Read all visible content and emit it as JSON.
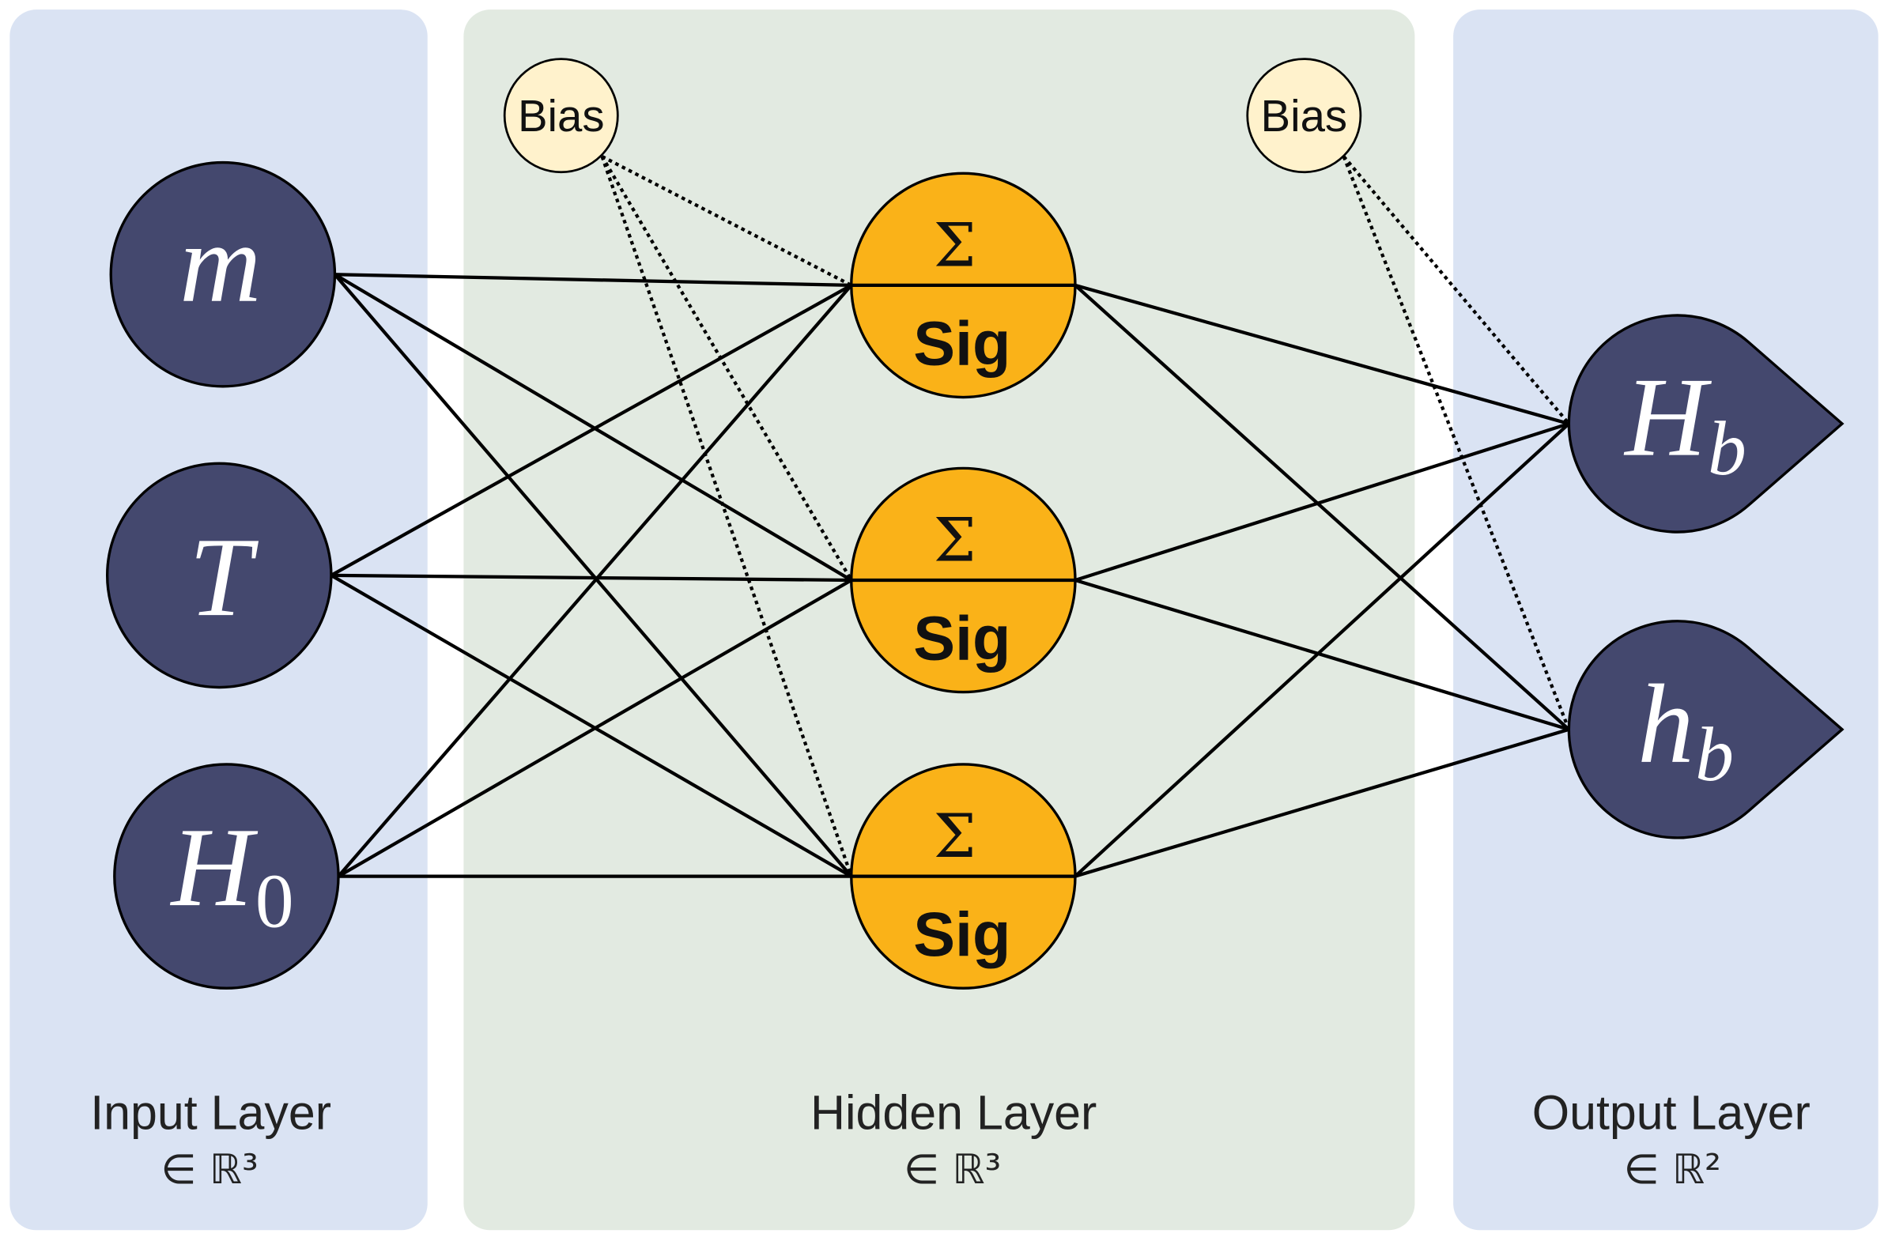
{
  "layers": {
    "input": {
      "title": "Input Layer",
      "dimension": "∈ ℝ³"
    },
    "hidden": {
      "title": "Hidden Layer",
      "dimension": "∈ ℝ³"
    },
    "output": {
      "title": "Output Layer",
      "dimension": "∈ ℝ²"
    }
  },
  "input_nodes": [
    {
      "symbol": "m"
    },
    {
      "symbol": "T"
    },
    {
      "symbol": "H",
      "subscript": "0"
    }
  ],
  "hidden_nodes": [
    {
      "sum": "Σ",
      "activation": "Sig"
    },
    {
      "sum": "Σ",
      "activation": "Sig"
    },
    {
      "sum": "Σ",
      "activation": "Sig"
    }
  ],
  "bias_nodes": [
    {
      "label": "Bias"
    },
    {
      "label": "Bias"
    }
  ],
  "output_nodes": [
    {
      "symbol": "H",
      "subscript": "b"
    },
    {
      "symbol": "h",
      "subscript": "b"
    }
  ],
  "colors": {
    "layer_panel_blue": "#dae3f3",
    "layer_panel_green": "#e2eae1",
    "io_node": "#44486e",
    "hidden_node": "#fab218",
    "bias_node": "#fff2cc"
  }
}
